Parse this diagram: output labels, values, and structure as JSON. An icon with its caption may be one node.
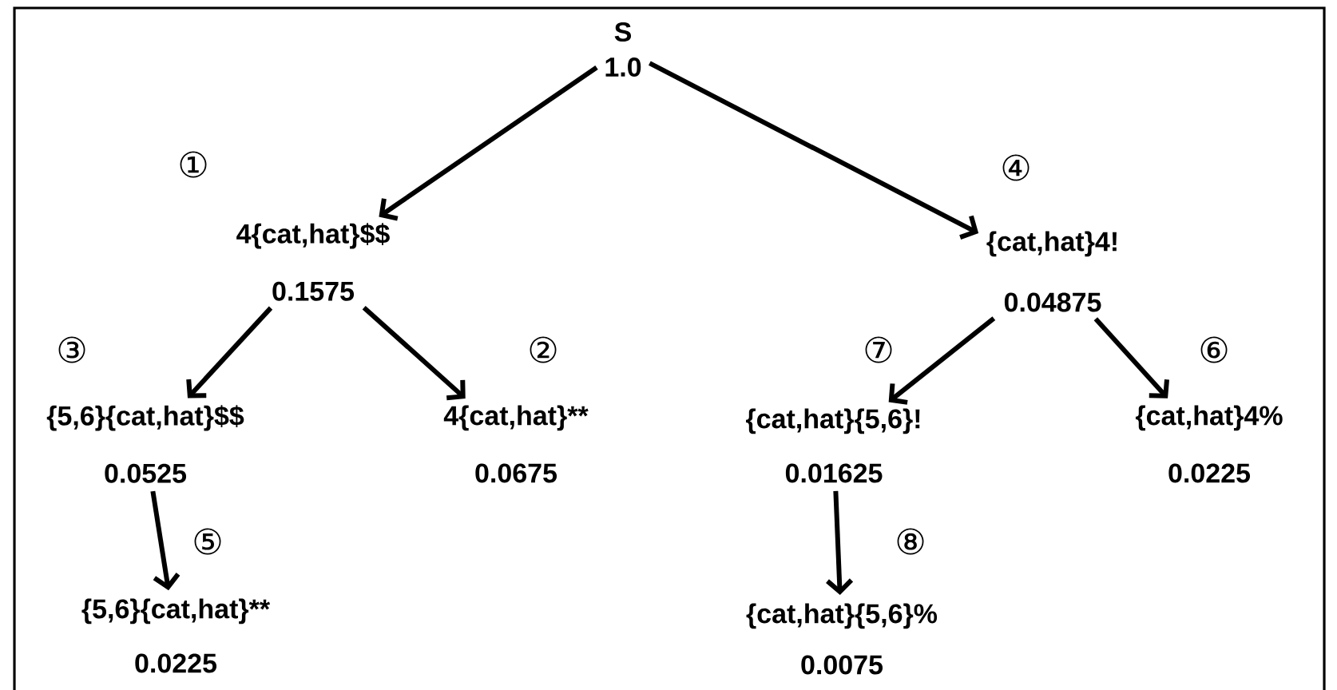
{
  "diagram": {
    "nodes": [
      {
        "text": [
          "S",
          "1.0"
        ]
      },
      {
        "text": [
          "4{cat,hat}$$",
          "0.1575"
        ],
        "beside": [
          "①"
        ]
      },
      {
        "text": [
          "{cat,hat}4!",
          "0.04875"
        ],
        "beside": [
          "④"
        ]
      },
      {
        "text": [
          "{5,6}{cat,hat}$$",
          "0.0525"
        ],
        "beside": [
          "③"
        ]
      },
      {
        "text": [
          "4{cat,hat}**",
          "0.0675"
        ],
        "beside": [
          "②"
        ]
      },
      {
        "text": [
          "{cat,hat}{5,6}!",
          "0.01625"
        ],
        "beside": [
          "⑦"
        ]
      },
      {
        "text": [
          "{cat,hat}4%",
          "0.0225"
        ],
        "beside": [
          "⑥"
        ]
      },
      {
        "text": [
          "{5,6}{cat,hat}**",
          "0.0225"
        ],
        "beside": [
          "⑤"
        ]
      },
      {
        "text": [
          "{cat,hat}{5,6}%",
          "0.0075"
        ],
        "beside": [
          "⑧"
        ]
      }
    ],
    "edges": [
      {
        "from": 0,
        "to": 1,
        "arrow": "to"
      },
      {
        "from": 0,
        "to": 2,
        "arrow": "to"
      },
      {
        "from": 1,
        "to": 3,
        "arrow": "to"
      },
      {
        "from": 1,
        "to": 4,
        "arrow": "to"
      },
      {
        "from": 3,
        "to": 7,
        "arrow": "to"
      },
      {
        "from": 2,
        "to": 5,
        "arrow": "to"
      },
      {
        "from": 2,
        "to": 6,
        "arrow": "to"
      },
      {
        "from": 5,
        "to": 8,
        "arrow": "to"
      }
    ]
  }
}
